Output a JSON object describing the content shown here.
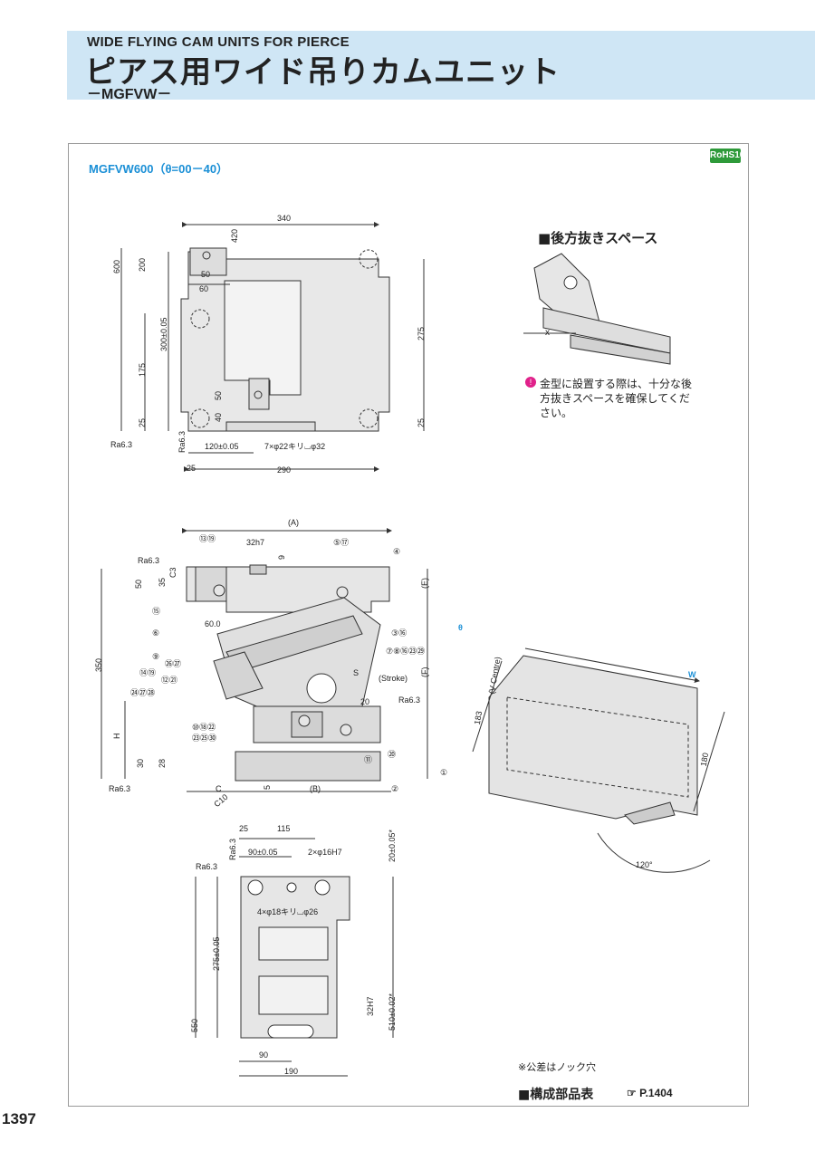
{
  "header": {
    "title_en": "WIDE FLYING CAM UNITS FOR PIERCE",
    "title_ja": "ピアス用ワイド吊りカムユニット",
    "model": "－MGFVW－"
  },
  "section": {
    "model_title": "MGFVW600（θ=00－40）",
    "rohs": "RoHS10"
  },
  "top_view": {
    "dims": [
      "340",
      "420",
      "600",
      "200",
      "50",
      "60",
      "300±0.05",
      "175",
      "275",
      "50",
      "40",
      "25",
      "25",
      "25",
      "Ra6.3",
      "Ra6.3",
      "120±0.05",
      "7×φ22キリ⌴φ32",
      "290"
    ]
  },
  "side_view": {
    "labels": [
      "(A)",
      "13",
      "19",
      "32h7",
      "9",
      "5",
      "17",
      "4",
      "Ra6.3",
      "C3",
      "50",
      "35",
      "15",
      "60.0",
      "6",
      "9",
      "26",
      "27",
      "14",
      "19",
      "12",
      "21",
      "24",
      "27",
      "28",
      "350",
      "H",
      "10",
      "18",
      "22",
      "23",
      "25",
      "30",
      "30",
      "28",
      "3",
      "16",
      "7",
      "8",
      "16",
      "23",
      "29",
      "S",
      "(Stroke)",
      "20",
      "Ra6.3",
      "(E)",
      "(F)",
      "θ",
      "11",
      "20",
      "1",
      "2",
      "C",
      "5",
      "(B)",
      "C10",
      "Ra6.3"
    ]
  },
  "bottom_view": {
    "labels": [
      "25",
      "115",
      "Ra6.3",
      "90±0.05",
      "2×φ16H7",
      "20±0.05*",
      "Ra6.3",
      "4×φ18キリ⌴φ26",
      "275±0.05",
      "550",
      "32H7",
      "510±0.02*",
      "90",
      "190"
    ]
  },
  "tilt_view": {
    "labels": [
      "W",
      "(V Centre)",
      "183",
      "180",
      "120°"
    ]
  },
  "back_space": {
    "title": "■後方抜きスペース",
    "x_label": "x",
    "note": "金型に設置する際は、十分な後方抜きスペースを確保してください。"
  },
  "footer": {
    "tolerance_note": "※公差はノック穴",
    "parts_list": "■構成部品表",
    "page_ref": "P.1404",
    "page_number": "1397"
  }
}
